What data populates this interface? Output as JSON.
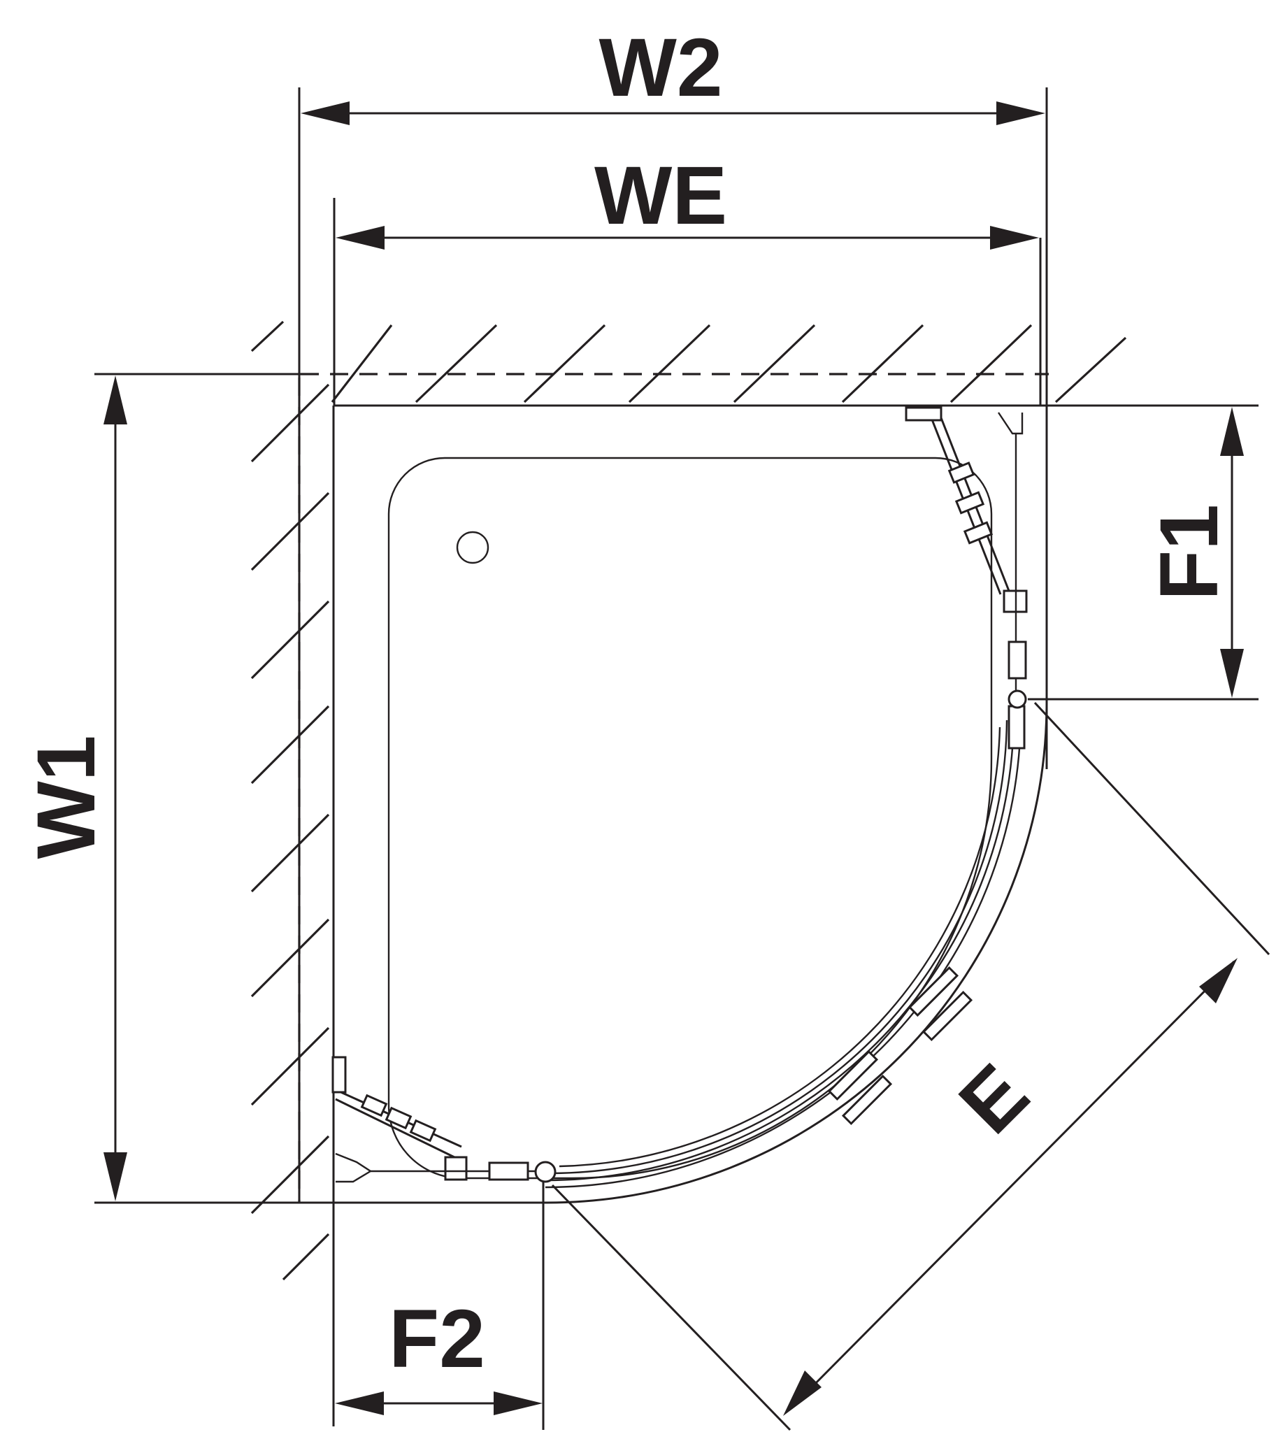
{
  "labels": {
    "w2": "W2",
    "we": "WE",
    "w1": "W1",
    "f1": "F1",
    "f2": "F2",
    "e": "E"
  },
  "colors": {
    "line": "#231f20",
    "background": "#ffffff"
  }
}
